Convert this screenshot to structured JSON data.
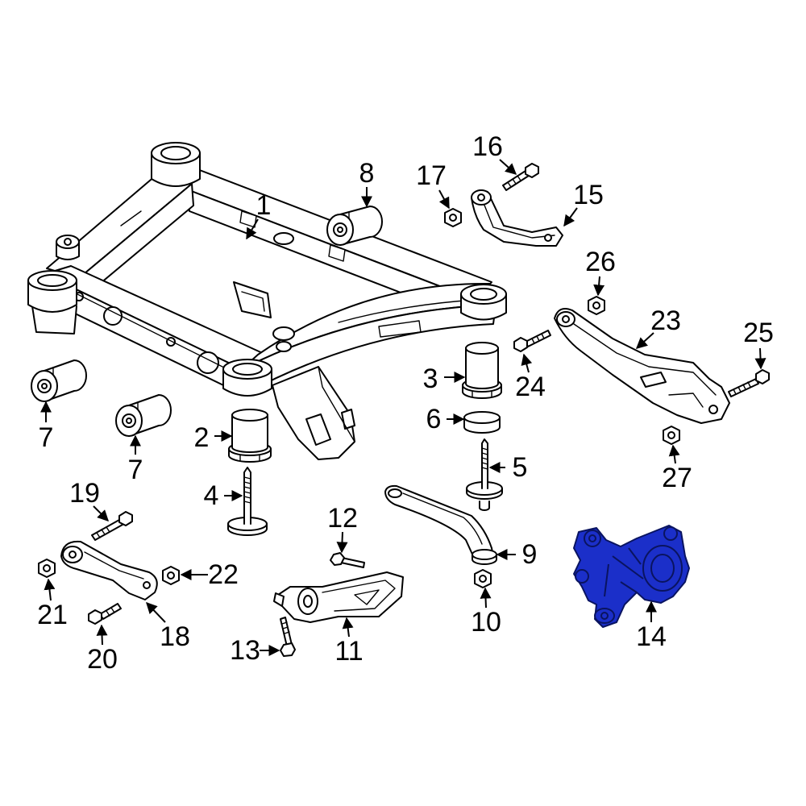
{
  "diagram": {
    "line_color": "#000000",
    "highlight_color": "#1b2fc9",
    "callouts": {
      "n1": "1",
      "n2": "2",
      "n3": "3",
      "n4": "4",
      "n5": "5",
      "n6": "6",
      "n7a": "7",
      "n7b": "7",
      "n8": "8",
      "n9": "9",
      "n10": "10",
      "n11": "11",
      "n12": "12",
      "n13": "13",
      "n14": "14",
      "n15": "15",
      "n16": "16",
      "n17": "17",
      "n18": "18",
      "n19": "19",
      "n20": "20",
      "n21": "21",
      "n22": "22",
      "n23": "23",
      "n24": "24",
      "n25": "25",
      "n26": "26",
      "n27": "27"
    }
  }
}
